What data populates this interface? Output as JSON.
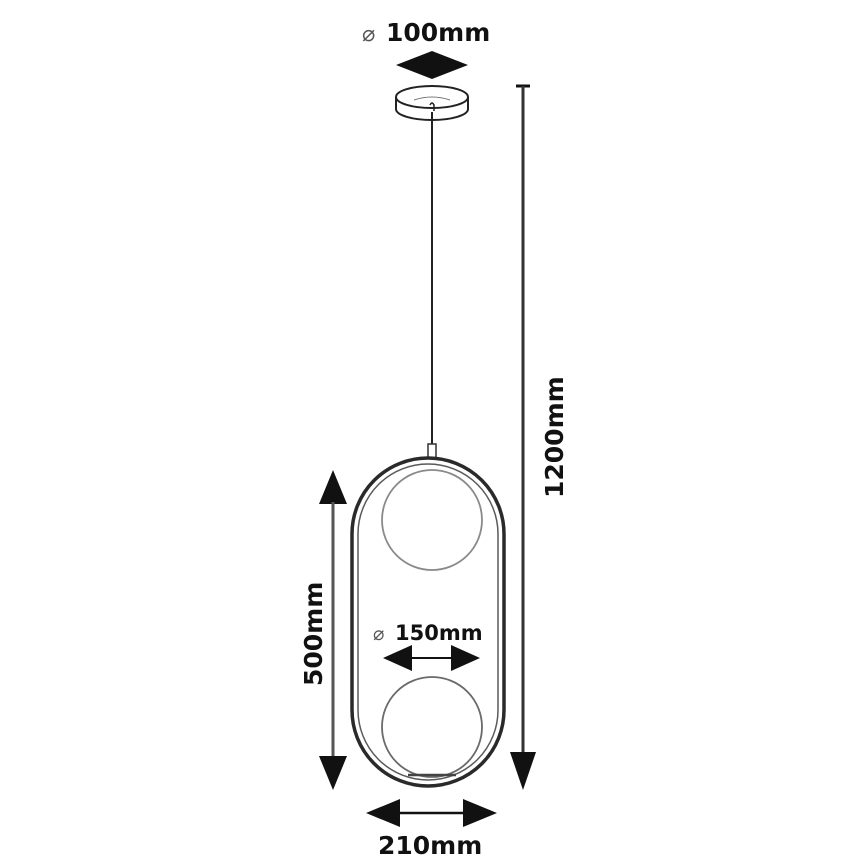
{
  "diagram": {
    "type": "technical-dimension-drawing",
    "subject": "pendant lamp with two glass globes in oval ring",
    "colors": {
      "line": "#111111",
      "ring": "#3a3a3a",
      "globe": "#8a8a8a",
      "background": "#ffffff"
    },
    "dimensions": {
      "canopy_diameter": {
        "symbol": "⌀",
        "value": "100mm"
      },
      "total_height": {
        "value": "1200mm"
      },
      "ring_height": {
        "value": "500mm"
      },
      "globe_diameter": {
        "symbol": "⌀",
        "value": "150mm"
      },
      "ring_width": {
        "value": "210mm"
      }
    }
  }
}
